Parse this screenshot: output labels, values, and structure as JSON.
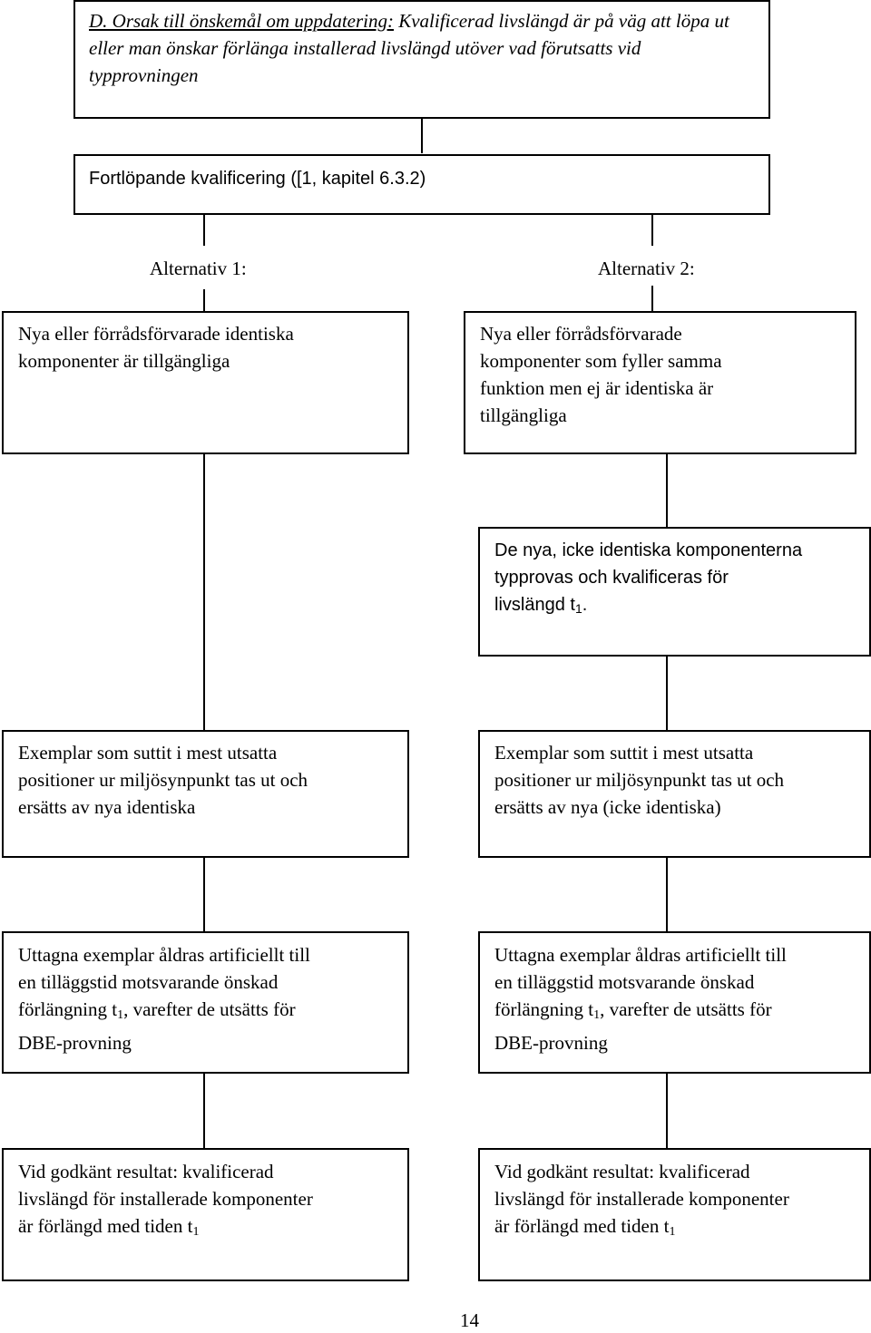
{
  "top_box": {
    "prefix": "D. Orsak till önskemål om uppdatering:",
    "text": " Kvalificerad livslängd är på väg att löpa ut eller man önskar förlänga installerad livslängd utöver vad förutsatts vid typprovningen"
  },
  "continuous_box": {
    "text": "Fortlöpande kvalificering ([1, kapitel 6.3.2)"
  },
  "alt1_label": "Alternativ 1:",
  "alt2_label": "Alternativ 2:",
  "alt1_box": {
    "text": "Nya eller förrådsförvarade identiska\nkomponenter är tillgängliga"
  },
  "alt2_box": {
    "text": "Nya eller förrådsförvarade\nkomponenter som fyller samma\nfunktion men ej är identiska är\ntillgängliga"
  },
  "qualify_box": {
    "text_main": "De nya, icke identiska komponenterna\ntypprovas och kvalificeras för\nlivslängd t",
    "sub": "1",
    "text_end": "."
  },
  "exemplar_left": {
    "text": "Exemplar som suttit i mest utsatta\npositioner ur miljösynpunkt tas ut och\nersätts av nya identiska"
  },
  "exemplar_right": {
    "text": "Exemplar som suttit i mest utsatta\npositioner ur miljösynpunkt tas ut och\nersätts av nya (icke identiska)"
  },
  "aged_left": {
    "text_a": "Uttagna exemplar åldras artificiellt till\nen tilläggstid motsvarande önskad\nförlängning t",
    "sub": "1",
    "text_b": ", varefter de utsätts för\nDBE-provning"
  },
  "aged_right": {
    "text_a": "Uttagna exemplar åldras artificiellt till\nen tilläggstid motsvarande önskad\nförlängning t",
    "sub": "1",
    "text_b": ", varefter de utsätts för\nDBE-provning"
  },
  "result_left": {
    "text": "Vid godkänt resultat: kvalificerad\nlivslängd för installerade komponenter\när förlängd med tiden t",
    "sub": "1"
  },
  "result_right": {
    "text": "Vid godkänt resultat: kvalificerad\nlivslängd för installerade komponenter\när förlängd med tiden t",
    "sub": "1"
  },
  "page_number": "14"
}
